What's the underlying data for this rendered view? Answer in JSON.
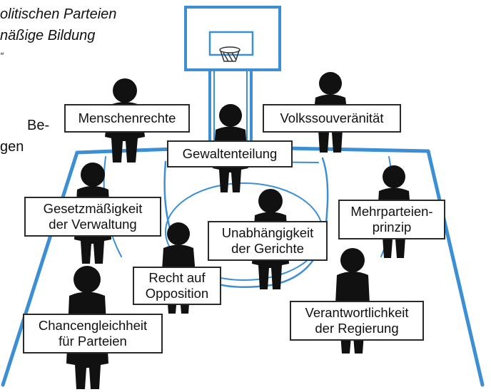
{
  "intro": {
    "line1": "olitischen Parteien",
    "line2": "näßige Bildung",
    "line3": "“",
    "line4": "Be-",
    "line5": "gen"
  },
  "labels": {
    "menschenrechte": "Menschenrechte",
    "volkssouveraenitaet": "Volkssouveränität",
    "gewaltenteilung": "Gewaltenteilung",
    "gesetzmaessigkeit": [
      "Gesetzmäßigkeit",
      "der Verwaltung"
    ],
    "mehrparteien": [
      "Mehrparteien-",
      "prinzip"
    ],
    "unabhaengigkeit": [
      "Unabhängigkeit",
      "der Gerichte"
    ],
    "recht_opposition": [
      "Recht auf",
      "Opposition"
    ],
    "verantwortlichkeit": [
      "Verantwortlichkeit",
      "der Regierung"
    ],
    "chancengleichheit": [
      "Chancengleichheit",
      "für Parteien"
    ]
  },
  "colors": {
    "court_line": "#3d8fd4",
    "figure": "#111111"
  }
}
